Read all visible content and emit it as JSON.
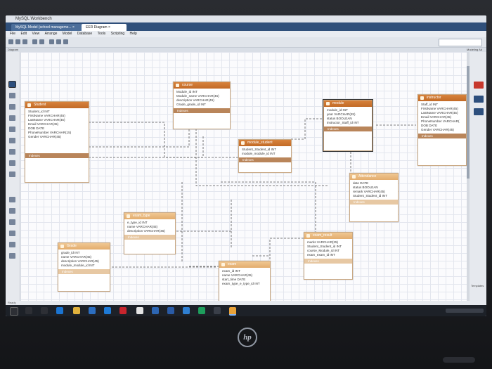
{
  "window": {
    "title": "MySQL Workbench"
  },
  "tabs": [
    {
      "label": "MySQL Model (school manageme...  ×"
    },
    {
      "label": "EER Diagram  ×"
    }
  ],
  "menu": [
    "File",
    "Edit",
    "View",
    "Arrange",
    "Model",
    "Database",
    "Tools",
    "Scripting",
    "Help"
  ],
  "panel_labels": {
    "diagram": "Diagram",
    "modeling": "Modeling Ad",
    "templates": "Templates",
    "status": "Ready"
  },
  "tables": {
    "student": {
      "name": "Student",
      "columns": [
        "Student_id INT",
        "FirstName VARCHAR(45)",
        "LastName VARCHAR(45)",
        "Email VARCHAR(45)",
        "DOB DATE",
        "PhoneNumber VARCHAR(15)",
        "Gender VARCHAR(45)"
      ],
      "indexes": "Indexes"
    },
    "course": {
      "name": "course",
      "columns": [
        "Module_id INT",
        "Module_name VARCHAR(45)",
        "description VARCHAR(45)",
        "Grade_grade_id INT"
      ],
      "indexes": "Indexes"
    },
    "module_student": {
      "name": "module_student",
      "columns": [
        "Student_Student_id INT",
        "module_module_id INT"
      ],
      "indexes": "Indexes"
    },
    "module": {
      "name": "module",
      "columns": [
        "module_id INT",
        "year VARCHAR(45)",
        "status BOOLEAN",
        "instructor_Staff_id INT"
      ],
      "indexes": "Indexes"
    },
    "instructor": {
      "name": "instructor",
      "columns": [
        "Staff_id INT",
        "FirstName VARCHAR(45)",
        "LastName VARCHAR(45)",
        "Email VARCHAR(45)",
        "PhoneNumber VARCHAR(",
        "DOB DATE",
        "Gender VARCHAR(45)"
      ],
      "indexes": "Indexes"
    },
    "attendance": {
      "name": "Attendance",
      "columns": [
        "date DATE",
        "status BOOLEAN",
        "remark VARCHAR(45)",
        "Student_Student_id INT"
      ],
      "indexes": "Indexes"
    },
    "exam_type": {
      "name": "exam_type",
      "columns": [
        "e_type_id INT",
        "name VARCHAR(45)",
        "description VARCHAR(45)"
      ],
      "indexes": "Indexes"
    },
    "grade": {
      "name": "Grade",
      "columns": [
        "grade_id INT",
        "name VARCHAR(45)",
        "description VARCHAR(45)",
        "module_module_id INT"
      ],
      "indexes": "Indexes"
    },
    "exam_result": {
      "name": "exam_result",
      "columns": [
        "marks VARCHAR(25)",
        "Student_Student_id INT",
        "course_Module_id INT",
        "exam_exam_id INT"
      ],
      "indexes": "Indexes"
    },
    "exam": {
      "name": "exam",
      "columns": [
        "exam_id INT",
        "name VARCHAR(45)",
        "start_time DATE",
        "exam_type_e_type_id INT"
      ],
      "indexes": ""
    }
  },
  "laptop": {
    "brand": "hp"
  }
}
